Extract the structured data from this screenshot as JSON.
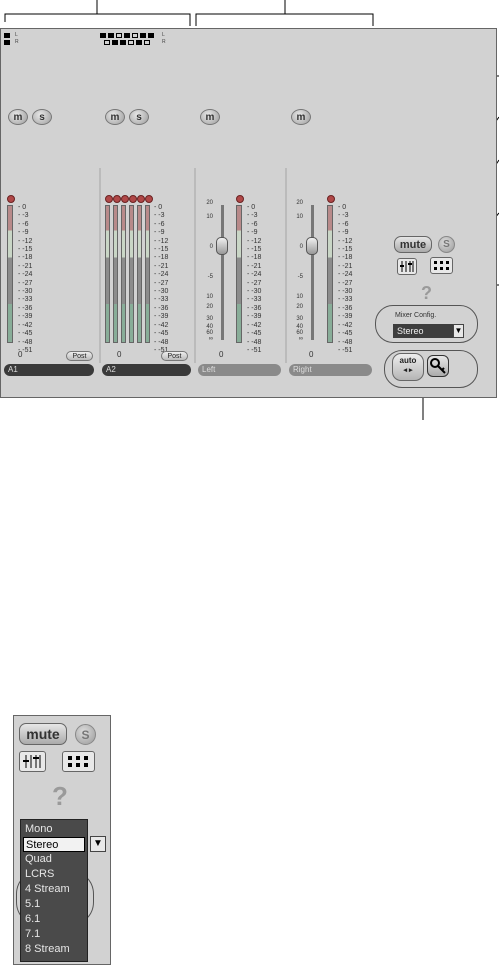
{
  "header": {
    "mini_labels": [
      "L",
      "R"
    ]
  },
  "strips": [
    {
      "name": "A1",
      "post_label": "Post",
      "mute_label": "m",
      "solo_label": "s",
      "level": "0"
    },
    {
      "name": "A2",
      "post_label": "Post",
      "mute_label": "m",
      "solo_label": "s",
      "level": "0"
    },
    {
      "name": "Left",
      "mute_label": "m",
      "level": "0"
    },
    {
      "name": "Right",
      "mute_label": "m",
      "level": "0"
    }
  ],
  "meter_scale": [
    "0",
    "-3",
    "-6",
    "-9",
    "-12",
    "-15",
    "-18",
    "-21",
    "-24",
    "-27",
    "-30",
    "-33",
    "-36",
    "-39",
    "-42",
    "-45",
    "-48",
    "-51"
  ],
  "fader_scale": [
    "20",
    "10",
    "0",
    "-5",
    "10",
    "20",
    "30",
    "40",
    "60",
    "∞"
  ],
  "master": {
    "mute_label": "mute",
    "solo_label": "S",
    "help_label": "?",
    "mixer_config_label": "Mixer Config.",
    "mixer_config_value": "Stereo",
    "auto_label": "auto",
    "auto_arrows": "◂ ▸"
  },
  "inset": {
    "mute_label": "mute",
    "solo_label": "S",
    "help_label": "?",
    "dropdown_options": [
      "Mono",
      "Stereo",
      "Quad",
      "LCRS",
      "4 Stream",
      "5.1",
      "6.1",
      "7.1",
      "8 Stream"
    ],
    "selected": "Stereo"
  },
  "colors": {
    "panel": "#d2d2d2",
    "meter_red": "#b88a8a",
    "meter_green": "#88ad98",
    "name_dark": "#3a3a3a",
    "dropdown_bg": "#4a4a4a"
  }
}
